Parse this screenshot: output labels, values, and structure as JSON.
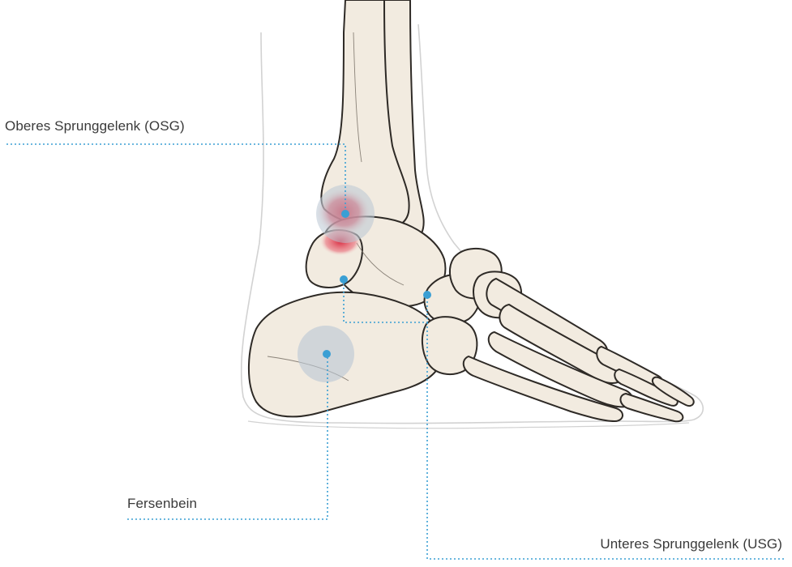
{
  "labels": {
    "osg": "Oberes Sprunggelenk (OSG)",
    "fersenbein": "Fersenbein",
    "usg": "Unteres Sprunggelenk (USG)"
  },
  "colors": {
    "bone_fill": "#f2ebe0",
    "bone_stroke": "#2e2a26",
    "skin_outline": "#d2d2d2",
    "leader_line": "#3a9fd4",
    "marker_dot": "#3a9fd4",
    "marker_halo": "#b9c6d3",
    "inflammation": "#d6152e"
  }
}
